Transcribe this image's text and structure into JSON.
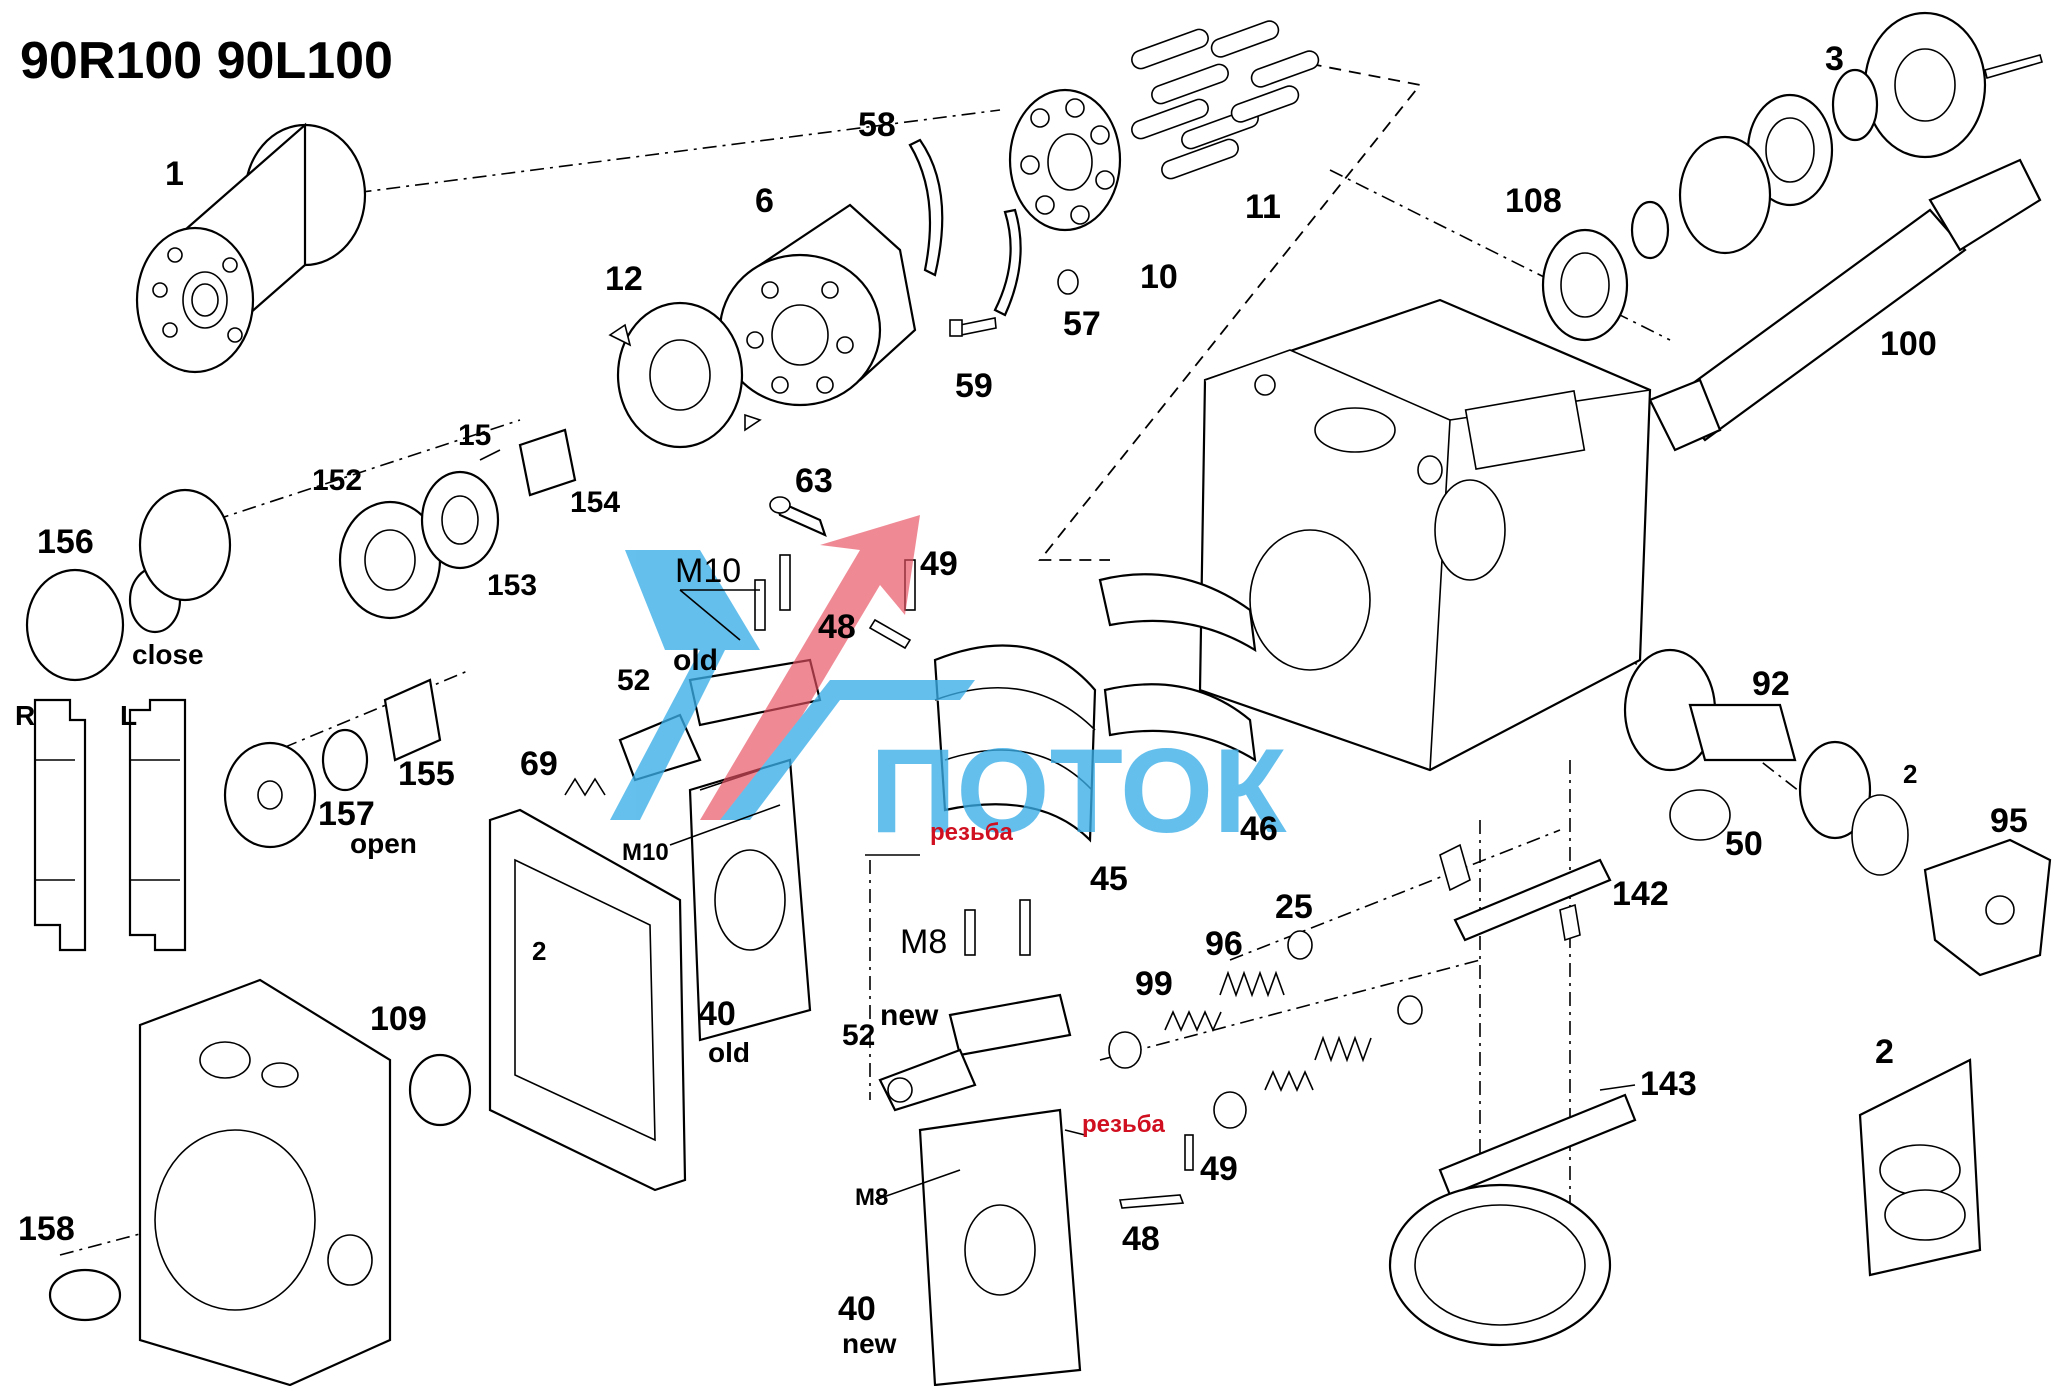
{
  "title": "90R100 90L100",
  "watermark": "ПОТОК",
  "colors": {
    "watermark_blue": "#3aaee8",
    "watermark_red": "#e85060",
    "annotation_red": "#d01020",
    "ink": "#000000"
  },
  "labels": {
    "p1": "1",
    "p2a": "2",
    "p2b": "2",
    "p2c": "2",
    "p3": "3",
    "p6": "6",
    "p10": "10",
    "p11": "11",
    "p12": "12",
    "p15": "15",
    "p25": "25",
    "p40_old": "40",
    "p40_old_sub": "old",
    "p40_new": "40",
    "p40_new_sub": "new",
    "p45": "45",
    "p46": "46",
    "p48a": "48",
    "p48b": "48",
    "p49a": "49",
    "p49b": "49",
    "p50": "50",
    "p52_old": "52",
    "p52_old_sub": "old",
    "p52_new": "52",
    "p52_new_sub": "new",
    "p57": "57",
    "p58": "58",
    "p59": "59",
    "p63": "63",
    "p69": "69",
    "p92": "92",
    "p95": "95",
    "p96": "96",
    "p99": "99",
    "p100": "100",
    "p108": "108",
    "p109": "109",
    "p142": "142",
    "p143": "143",
    "p152": "152",
    "p153": "153",
    "p154": "154",
    "p155": "155",
    "p156": "156",
    "p157": "157",
    "p158": "158",
    "close": "close",
    "open": "open",
    "R": "R",
    "L": "L",
    "m10a": "M10",
    "m10b": "M10",
    "m8a": "M8",
    "m8b": "M8",
    "thread_a": "резьба",
    "thread_b": "резьба"
  }
}
